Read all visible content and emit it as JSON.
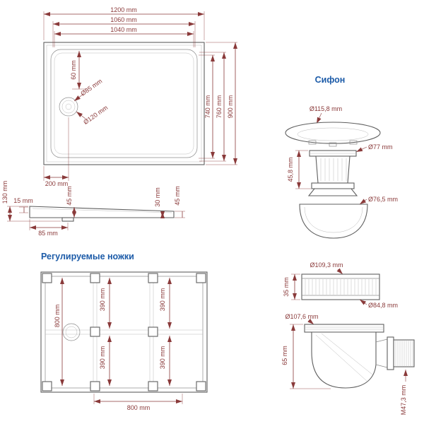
{
  "colors": {
    "dimension": "#8a3a3a",
    "heading": "#1c5ba8",
    "outline": "#5f5f5f"
  },
  "tray_top": {
    "width_outer": "1200 mm",
    "width_mid": "1060 mm",
    "width_inner": "1040 mm",
    "drain_top_offset": "60 mm",
    "drain_inner_dia": "Ø85 mm",
    "drain_outer_dia": "Ø120 mm",
    "depth_inner": "740 mm",
    "depth_mid": "760 mm",
    "depth_outer": "900 mm",
    "drain_left_offset": "200 mm"
  },
  "tray_side": {
    "total_height": "130 mm",
    "edge_thickness": "15 mm",
    "left_height": "45 mm",
    "mid_height": "30 mm",
    "right_height": "45 mm",
    "drain_offset": "85 mm"
  },
  "legs": {
    "heading": "Регулируемые ножки",
    "vertical_span": "800 mm",
    "horizontal_span": "800 mm",
    "cells": [
      "390 mm",
      "390 mm",
      "390 mm",
      "390 mm"
    ]
  },
  "siphon": {
    "heading": "Сифон",
    "cap_dia": "Ø115,8 mm",
    "flange_dia": "Ø77 mm",
    "body_height": "45,8 mm",
    "cup_dia": "Ø76,5 mm",
    "nut_dia": "Ø109,3 mm",
    "nut_height": "35 mm",
    "outlet_dia": "Ø84,8 mm",
    "trap_dia": "Ø107,6 mm",
    "trap_height": "65 mm",
    "thread": "M47,3 mm"
  }
}
